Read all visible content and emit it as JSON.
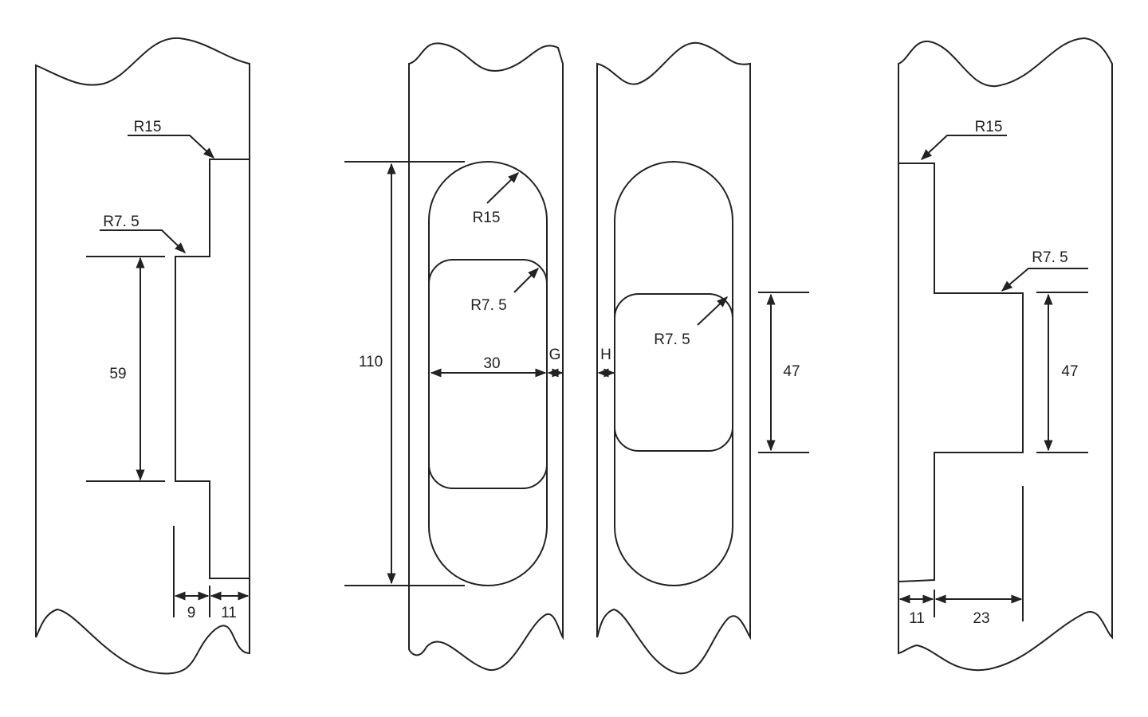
{
  "colors": {
    "line": "#222222",
    "background": "#ffffff"
  },
  "view1": {
    "r15": "R15",
    "r75": "R7. 5",
    "height": "59",
    "dim_a": "9",
    "dim_b": "11"
  },
  "view2": {
    "r15": "R15",
    "r75": "R7. 5",
    "height": "110",
    "width": "30",
    "gap": "G"
  },
  "view3": {
    "r75": "R7. 5",
    "gap": "H",
    "height": "47"
  },
  "view4": {
    "r15": "R15",
    "r75": "R7. 5",
    "height": "47",
    "dim_a": "11",
    "dim_b": "23"
  }
}
